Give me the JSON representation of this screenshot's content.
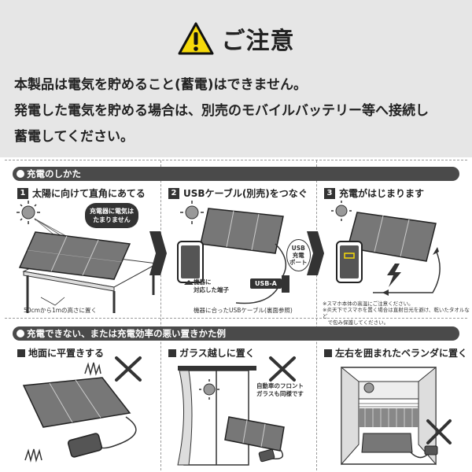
{
  "header": {
    "title": "ご注意",
    "intro_lines": [
      "本製品は電気を貯めること(蓄電)はできません。",
      "発電した電気を貯める場合は、別売のモバイルバッテリー等へ接続し",
      "蓄電してください。"
    ]
  },
  "section1": {
    "heading": "充電のしかた",
    "steps": [
      {
        "num": "1",
        "label": "太陽に向けて直角にあてる"
      },
      {
        "num": "2",
        "label": "USBケーブル(別売)をつなぐ"
      },
      {
        "num": "3",
        "label": "充電がはじまります"
      }
    ],
    "bubble": "充電器に電気は\nたまりません",
    "height_note": "50cmから1mの高さに置く",
    "device_port_note": "機器に\n対応した端子",
    "usb_a_label": "USB-A",
    "usb_port_label": "USB\n充電\nポート",
    "cable_note": "機器に合ったUSBケーブル(裏面参照)",
    "warnings": [
      "※スマホ本体の高温にご注意ください。",
      "※炎天下でスマホを置く場合は直射日光を避け、乾いたタオルなど",
      "　で包み保護してください。"
    ]
  },
  "section2": {
    "heading": "充電できない、または充電効率の悪い置きかた例",
    "examples": [
      {
        "label": "地面に平置きする"
      },
      {
        "label": "ガラス越しに置く",
        "note": "自動車のフロント\nガラスも同様です"
      },
      {
        "label": "左右を囲まれたベランダに置く"
      }
    ]
  },
  "colors": {
    "band": "#4a4a4a",
    "header_bg": "#e6e6e6",
    "warning_yellow": "#f5d90a"
  }
}
